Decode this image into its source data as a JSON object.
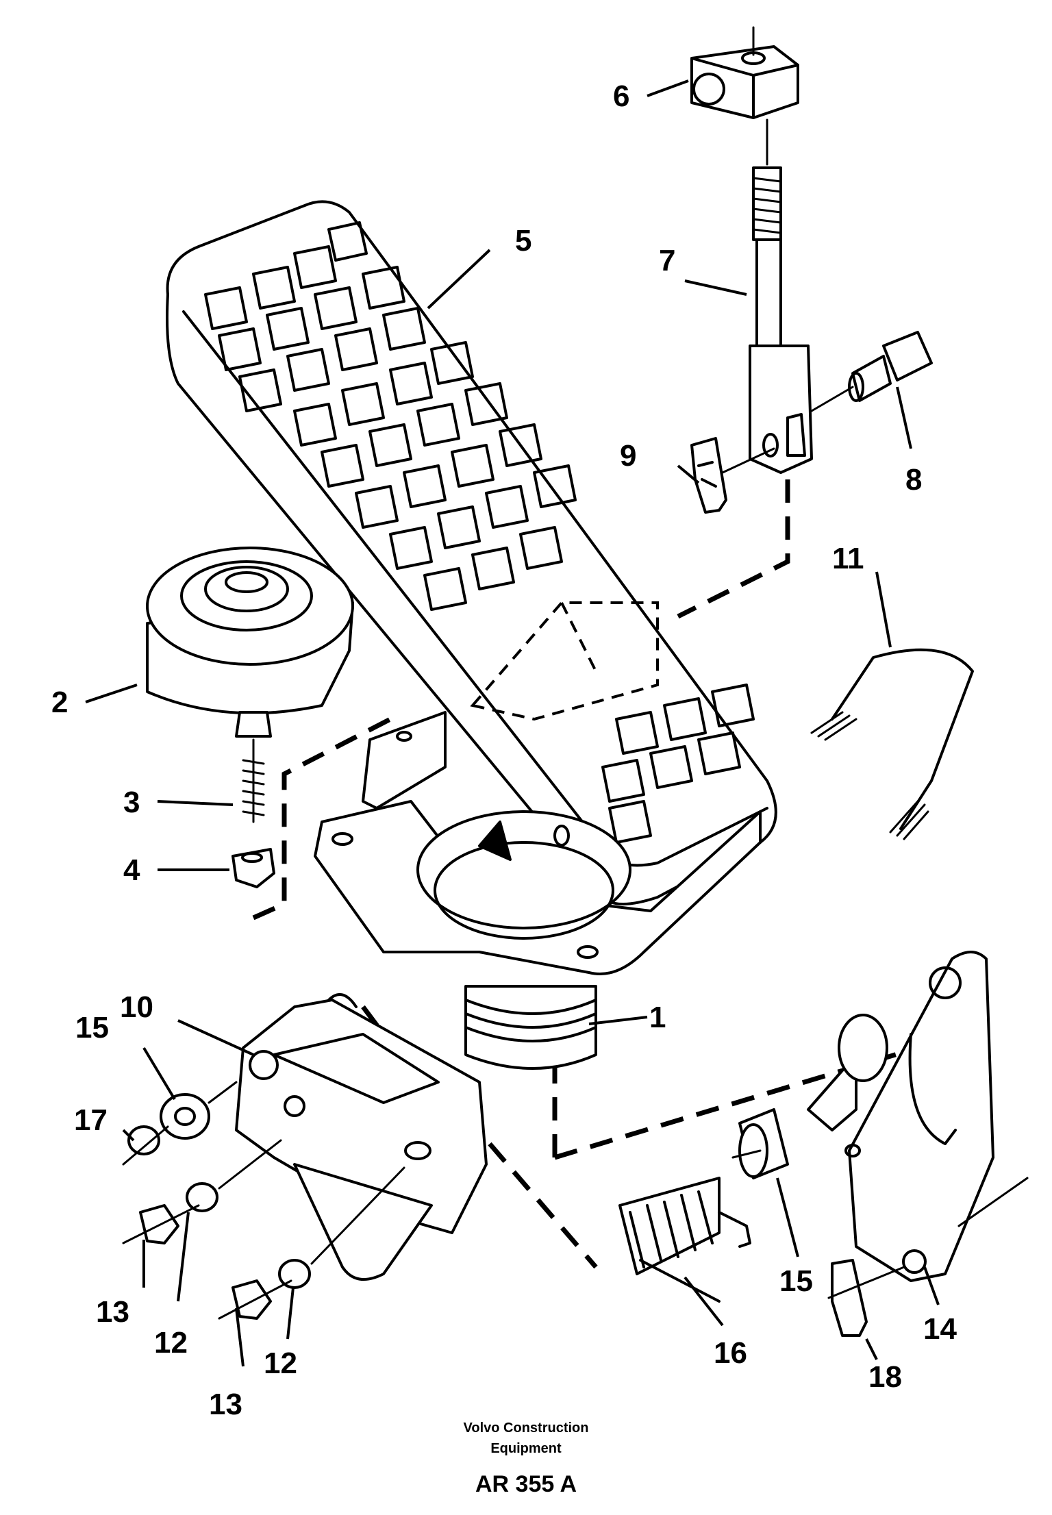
{
  "callouts": [
    {
      "id": "1",
      "label": "1"
    },
    {
      "id": "2",
      "label": "2"
    },
    {
      "id": "3",
      "label": "3"
    },
    {
      "id": "4",
      "label": "4"
    },
    {
      "id": "5",
      "label": "5"
    },
    {
      "id": "6",
      "label": "6"
    },
    {
      "id": "7",
      "label": "7"
    },
    {
      "id": "8",
      "label": "8"
    },
    {
      "id": "9",
      "label": "9"
    },
    {
      "id": "10",
      "label": "10"
    },
    {
      "id": "11",
      "label": "11"
    },
    {
      "id": "12a",
      "label": "12"
    },
    {
      "id": "12b",
      "label": "12"
    },
    {
      "id": "13a",
      "label": "13"
    },
    {
      "id": "13b",
      "label": "13"
    },
    {
      "id": "14",
      "label": "14"
    },
    {
      "id": "15a",
      "label": "15"
    },
    {
      "id": "15b",
      "label": "15"
    },
    {
      "id": "16",
      "label": "16"
    },
    {
      "id": "17",
      "label": "17"
    },
    {
      "id": "18",
      "label": "18"
    }
  ],
  "caption": {
    "company_line1": "Volvo Construction",
    "company_line2": "Equipment",
    "code": "AR 355 A"
  }
}
